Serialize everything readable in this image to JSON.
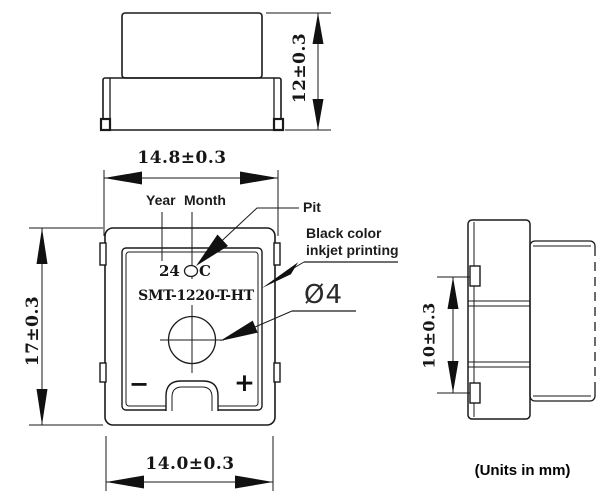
{
  "drawing": {
    "dimensions": {
      "top_width": "14.8±0.3",
      "bottom_width": "14.0±0.3",
      "front_height": "17±0.3",
      "component_height": "12±0.3",
      "terminal_pitch": "10±0.3"
    },
    "labels": {
      "year": "Year",
      "month": "Month",
      "pit": "Pit",
      "inkjet_line1": "Black color",
      "inkjet_line2": "inkjet printing",
      "hole_diameter": "Ø4",
      "units_note": "(Units in mm)"
    },
    "marking": {
      "year_code": "24",
      "month_code": "C",
      "model": "SMT-1220-T-HT",
      "polarity_negative": "−",
      "polarity_positive": "+"
    },
    "colors": {
      "line": "#1a1a1a",
      "arrow_fill": "#111111",
      "background": "#ffffff"
    }
  }
}
